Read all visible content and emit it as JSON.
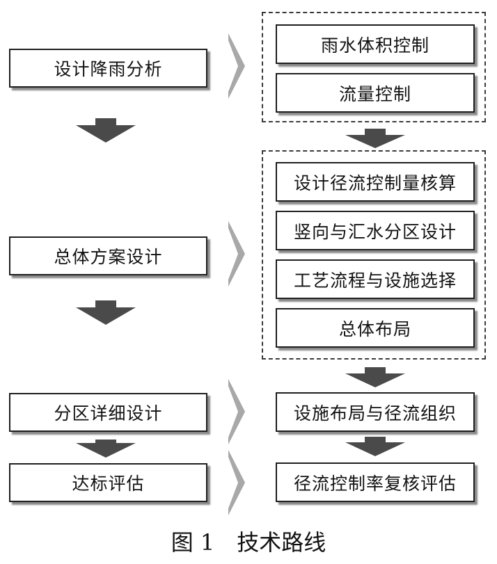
{
  "steps": {
    "design_rainfall": "设计降雨分析",
    "overall_plan": "总体方案设计",
    "zone_detail": "分区详细设计",
    "evaluation": "达标评估"
  },
  "rain_group": {
    "volume_control": "雨水体积控制",
    "flow_control": "流量控制"
  },
  "plan_group": {
    "runoff_check": "设计径流控制量核算",
    "zoning": "竖向与汇水分区设计",
    "process": "工艺流程与设施选择",
    "layout": "总体布局"
  },
  "detail_item": "设施布局与径流组织",
  "eval_item": "径流控制率复核评估",
  "caption": "图 1　技术路线",
  "colors": {
    "down_arrow": "#4a4a4a",
    "right_arrow": "#a8a8a8",
    "box_border": "#1e1e1e",
    "box_shadow": "#8a8a8a"
  }
}
